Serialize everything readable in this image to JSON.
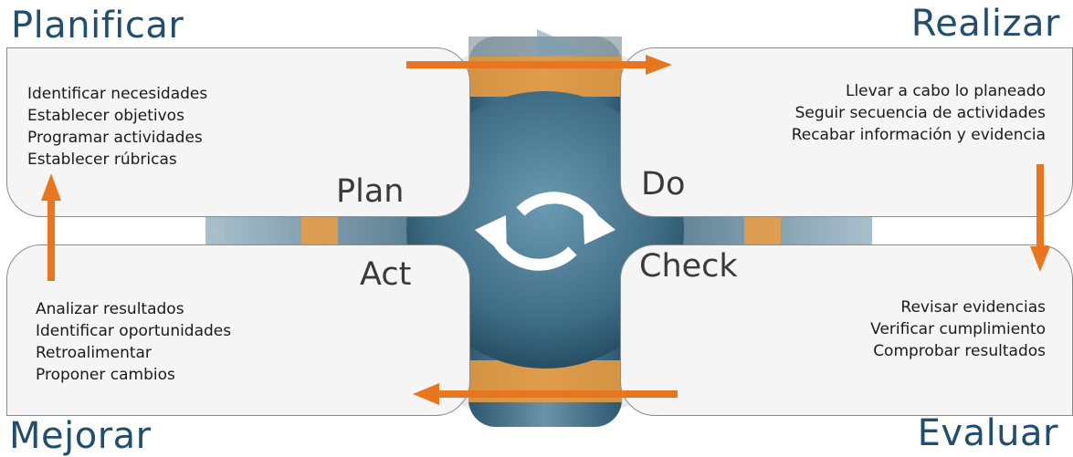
{
  "phases": {
    "plan": {
      "title": "Planificar",
      "label": "Plan",
      "items": [
        "Identificar necesidades",
        "Establecer objetivos",
        "Programar actividades",
        "Establecer rúbricas"
      ]
    },
    "do": {
      "title": "Realizar",
      "label": "Do",
      "items": [
        "Llevar a cabo lo planeado",
        "Seguir secuencia de actividades",
        "Recabar información y evidencia"
      ]
    },
    "check": {
      "title": "Evaluar",
      "label": "Check",
      "items": [
        "Revisar evidencias",
        "Verificar cumplimiento",
        "Comprobar resultados"
      ]
    },
    "act": {
      "title": "Mejorar",
      "label": "Act",
      "items": [
        "Analizar resultados",
        "Identificar oportunidades",
        "Retroalimentar",
        "Proponer cambios"
      ]
    }
  },
  "colors": {
    "title": "#1f4e6e",
    "arrow": "#e8761e",
    "center": "#4a7a93",
    "panel_fill": "#f5f5f5",
    "panel_border": "#8a8a8a"
  },
  "icons": {
    "center": "cycle-arrows-icon",
    "flow": "arrow-icon"
  }
}
